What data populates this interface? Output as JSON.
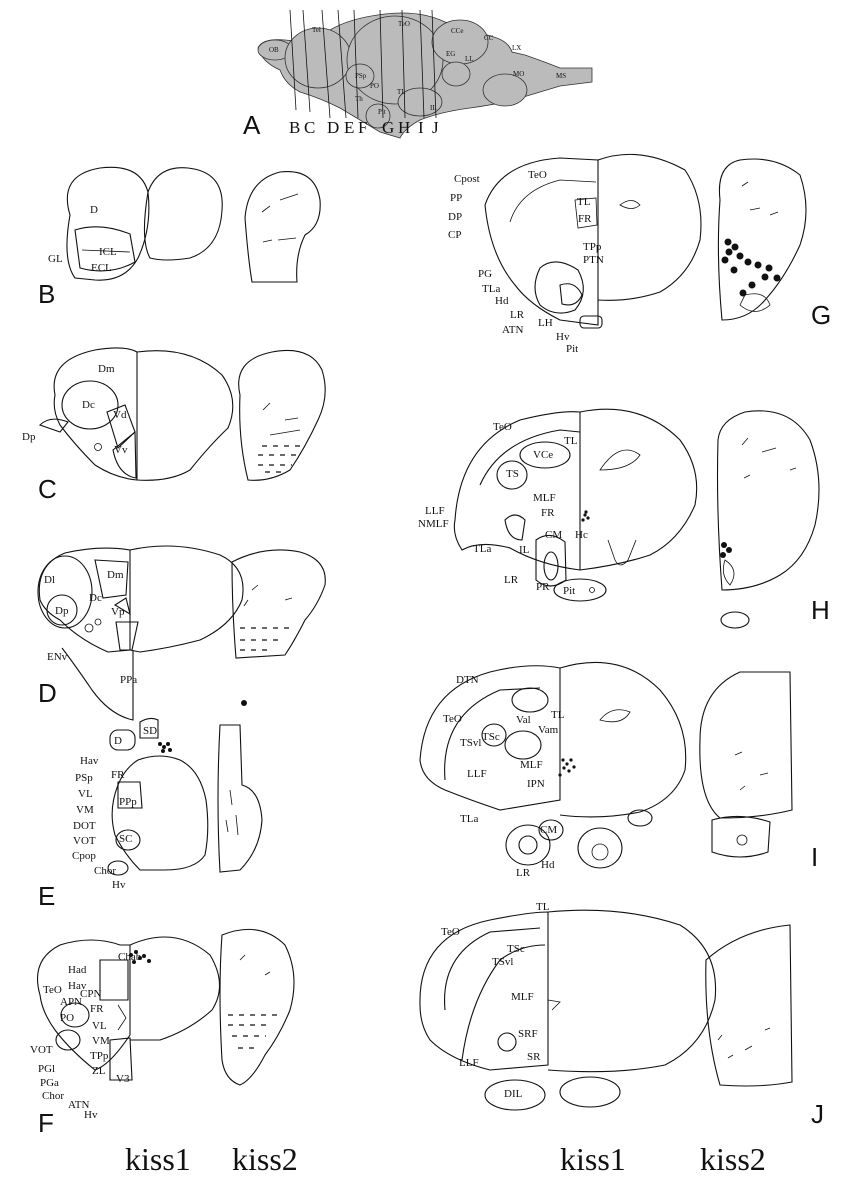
{
  "panels": {
    "A": {
      "letter": "A",
      "regions": [
        "OB",
        "Tel",
        "TeO",
        "CCe",
        "CC",
        "LX",
        "PSp",
        "EG",
        "LL",
        "MO",
        "MS",
        "PO",
        "Th",
        "TL",
        "Pit",
        "IL"
      ],
      "section_letters": [
        "B",
        "C",
        "D",
        "E",
        "F",
        "G",
        "H",
        "I",
        "J"
      ]
    },
    "B": {
      "letter": "B",
      "labels": [
        "D",
        "GL",
        "ICL",
        "ECL"
      ]
    },
    "C": {
      "letter": "C",
      "labels": [
        "Dm",
        "Dc",
        "Vd",
        "Vv",
        "Dp"
      ]
    },
    "D": {
      "letter": "D",
      "labels": [
        "Dl",
        "Dm",
        "Dc",
        "Vp",
        "Dp",
        "ENv",
        "PPa"
      ]
    },
    "E": {
      "letter": "E",
      "labels": [
        "D",
        "SD",
        "Hav",
        "PSp",
        "VL",
        "VM",
        "DOT",
        "VOT",
        "Cpop",
        "Chor",
        "Hv",
        "FR",
        "PPp",
        "SC"
      ]
    },
    "F": {
      "letter": "F",
      "labels": [
        "Chab",
        "Had",
        "Hav",
        "TeO",
        "APN",
        "CPN",
        "FR",
        "PO",
        "VL",
        "VM",
        "TPp",
        "ZL",
        "VOT",
        "PGl",
        "PGa",
        "Chor",
        "ATN",
        "Hv",
        "V3"
      ]
    },
    "G": {
      "letter": "G",
      "labels": [
        "Cpost",
        "TeO",
        "PP",
        "DP",
        "CP",
        "TL",
        "FR",
        "TPp",
        "PTN",
        "PG",
        "TLa",
        "Hd",
        "LR",
        "ATN",
        "LH",
        "Hv",
        "Pit"
      ]
    },
    "H": {
      "letter": "H",
      "labels": [
        "TeO",
        "TL",
        "VCe",
        "TS",
        "MLF",
        "LLF",
        "NMLF",
        "FR",
        "CM",
        "Hc",
        "TLa",
        "IL",
        "LR",
        "PR",
        "Pit"
      ]
    },
    "I": {
      "letter": "I",
      "labels": [
        "DTN",
        "TeO",
        "Val",
        "TL",
        "TSc",
        "Vam",
        "TSvl",
        "MLF",
        "LLF",
        "IPN",
        "TLa",
        "CM",
        "LR",
        "Hd"
      ]
    },
    "J": {
      "letter": "J",
      "labels": [
        "TL",
        "TeO",
        "TSc",
        "TSvl",
        "MLF",
        "SRF",
        "LLF",
        "SR",
        "DIL"
      ]
    }
  },
  "column_headers": {
    "left_kiss1": "kiss1",
    "left_kiss2": "kiss2",
    "right_kiss1": "kiss1",
    "right_kiss2": "kiss2"
  }
}
